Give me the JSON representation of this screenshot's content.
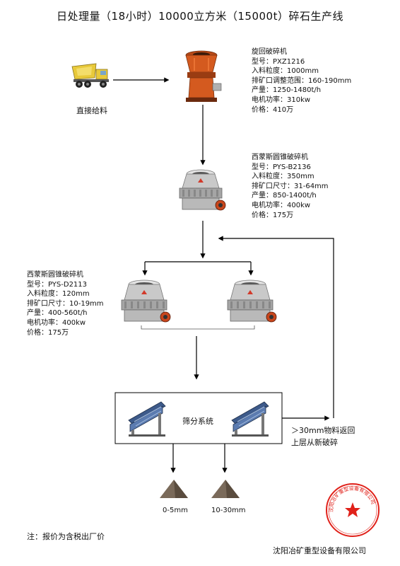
{
  "title": "日处理量（18小时）10000立方米（15000t）碎石生产线",
  "feed": {
    "label": "直接给料"
  },
  "gyratory": {
    "name": "旋回破碎机",
    "lines": [
      "型号：PXZ1216",
      "入料粒度：1000mm",
      "排矿口调整范围：160-190mm",
      "产量：1250-1480t/h",
      "电机功率：310kw",
      "价格：410万"
    ]
  },
  "cone1": {
    "name": "西蒙斯圆锥破碎机",
    "lines": [
      "型号：PYS-B2136",
      "入料粒度：350mm",
      "排矿口尺寸：31-64mm",
      "产量：850-1400t/h",
      "电机功率：400kw",
      "价格：175万"
    ]
  },
  "cone2": {
    "name": "西蒙斯圆锥破碎机",
    "lines": [
      "型号：PYS-D2113",
      "入料粒度：120mm",
      "排矿口尺寸：10-19mm",
      "产量：400-560t/h",
      "电机功率：400kw",
      "价格：175万"
    ]
  },
  "screen": {
    "label": "筛分系统"
  },
  "return": {
    "line1": "＞30mm物料返回",
    "line2": "上层从新破碎"
  },
  "products": [
    "0-5mm",
    "10-30mm"
  ],
  "note": "注：报价为含税出厂价",
  "company": "沈阳冶矿重型设备有限公司",
  "seal": {
    "text": "沈阳冶矿重型设备有限公司"
  },
  "colors": {
    "truck": "#e8c93a",
    "crusher_orange": "#d45a1f",
    "cone_gray": "#c9c9c9",
    "screen_blue": "#3d5a8a",
    "seal_red": "#e0211a"
  }
}
